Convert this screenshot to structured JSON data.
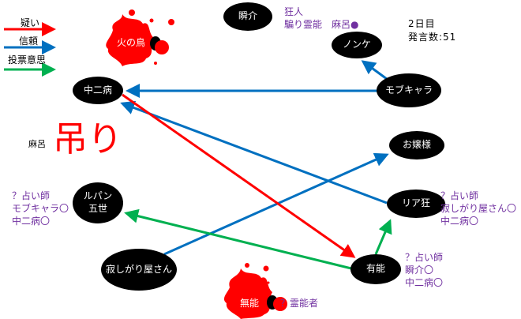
{
  "legend": [
    {
      "label": "疑い",
      "color": "#ff0000"
    },
    {
      "label": "信頼",
      "color": "#0070c0"
    },
    {
      "label": "投票意思",
      "color": "#00b050"
    }
  ],
  "status": {
    "day": "2日目",
    "posts": "発言数:51"
  },
  "hanged": {
    "label": "吊り",
    "name": "麻呂"
  },
  "nodes": {
    "shunsuke": "瞬介",
    "hinotori": "火の鳥",
    "nonke": "ノンケ",
    "mobchara": "モブキャラ",
    "chunibyo": "中二病",
    "ojousama": "お嬢様",
    "lupin_1": "ルパン",
    "lupin_2": "五世",
    "riakyo": "リア狂",
    "sabishigari": "寂しがり屋さん",
    "yuunou": "有能",
    "munou": "無能"
  },
  "notes": {
    "shunsuke": [
      "狂人",
      "騙り霊能　麻呂●"
    ],
    "lupin": [
      "？占い師",
      "モブキャラ〇",
      "中二病〇"
    ],
    "riakyo": [
      "？占い師",
      "寂しがり屋さん〇",
      "中二病〇"
    ],
    "yuunou": [
      "？占い師",
      "瞬介〇",
      "中二病〇"
    ],
    "munou": "？霊能者"
  },
  "colors": {
    "suspect": "#ff0000",
    "trust": "#0070c0",
    "vote": "#00b050",
    "note": "#7030a0",
    "blood": "#ff0000"
  }
}
